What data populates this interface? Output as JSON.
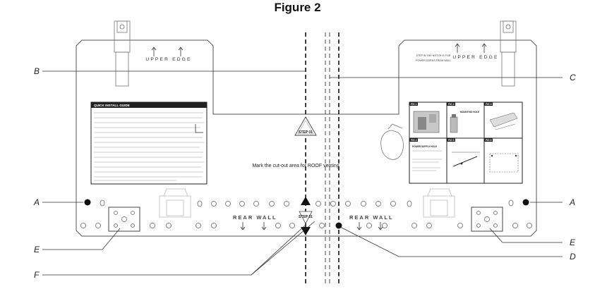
{
  "figure": {
    "title": "Figure 2"
  },
  "callouts": {
    "a": "A",
    "b": "B",
    "c": "C",
    "d": "D",
    "e": "E",
    "f": "F"
  },
  "template": {
    "upper_edge": "UPPER EDGE",
    "right_notch_line1": "STEP IN THE NOTCH IS FOR",
    "right_notch_line2": "POWER CORDS FROM WALL",
    "rear_wall": "REAR WALL",
    "step_label": "STEP 01",
    "cutout_text": "Mark the cut-out area for ROOF venting",
    "guide_title": "QUICK INSTALL GUIDE",
    "instr_tags": [
      "FIG 1",
      "FIG 2",
      "FIG 3",
      "FIG 4",
      "FIG 5",
      "FIG 6"
    ],
    "instr_power": "POWER SUPPLY HOLE",
    "instr_mounting": "MOUNTING HOLE"
  }
}
